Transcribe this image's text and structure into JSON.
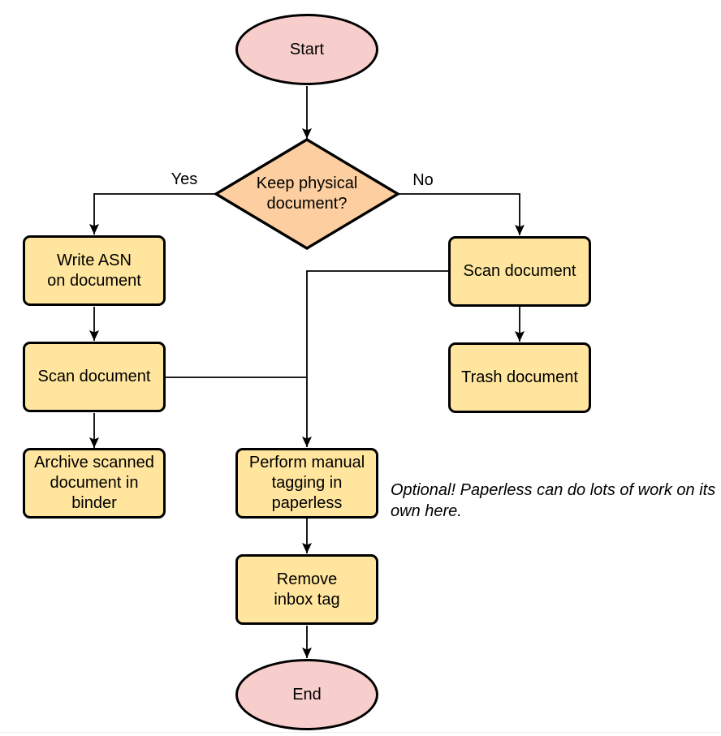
{
  "diagram": {
    "type": "flowchart",
    "colors": {
      "terminator_fill": "#f8cecc",
      "decision_fill": "#fdcfa0",
      "process_fill": "#ffe59d",
      "stroke": "#000000",
      "text": "#000000"
    },
    "nodes": {
      "start": {
        "shape": "terminator",
        "label": "Start"
      },
      "decision": {
        "shape": "decision",
        "label": "Keep physical\ndocument?"
      },
      "write_asn": {
        "shape": "process",
        "label": "Write ASN\non document"
      },
      "scan_left": {
        "shape": "process",
        "label": "Scan document"
      },
      "archive": {
        "shape": "process",
        "label": "Archive scanned\ndocument in\nbinder"
      },
      "scan_right": {
        "shape": "process",
        "label": "Scan document"
      },
      "trash": {
        "shape": "process",
        "label": "Trash document"
      },
      "tagging": {
        "shape": "process",
        "label": "Perform manual\ntagging in\npaperless"
      },
      "remove_inbox": {
        "shape": "process",
        "label": "Remove\ninbox tag"
      },
      "end": {
        "shape": "terminator",
        "label": "End"
      }
    },
    "edge_labels": {
      "yes": "Yes",
      "no": "No"
    },
    "note": "Optional! Paperless can do lots of work on its own here."
  }
}
